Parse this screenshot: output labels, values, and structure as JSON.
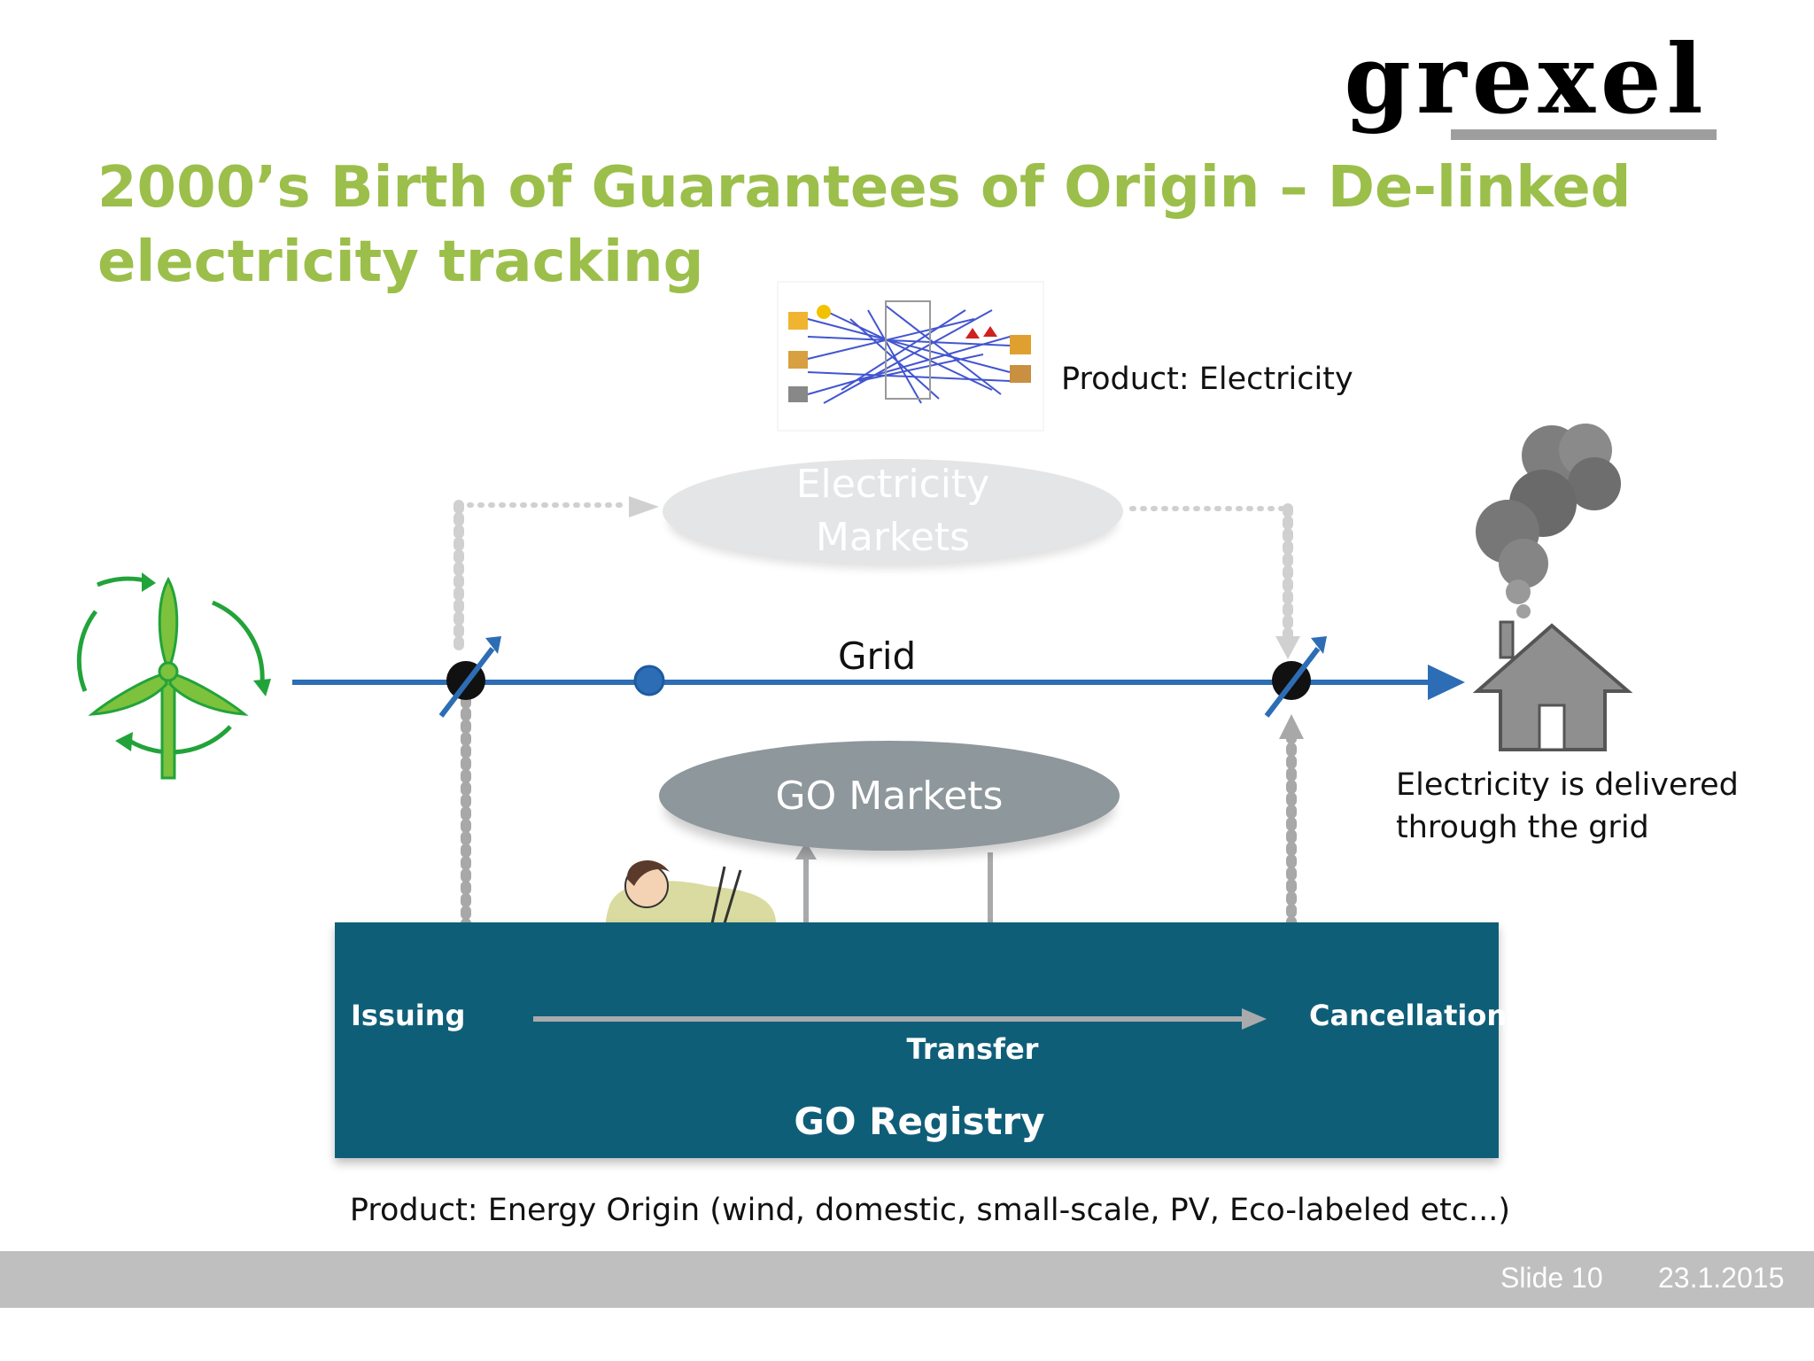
{
  "header": {
    "logo_text": "grexel",
    "title": "2000’s Birth of Guarantees of Origin – De-linked electricity tracking"
  },
  "diagram": {
    "product_electricity": "Product: Electricity",
    "electricity_markets_line1": "Electricity",
    "electricity_markets_line2": "Markets",
    "grid_label": "Grid",
    "delivered_line1": "Electricity is delivered",
    "delivered_line2": "through the grid",
    "go_markets": "GO Markets",
    "registry": {
      "issuing": "Issuing",
      "cancellation": "Cancellation",
      "transfer": "Transfer",
      "title": "GO Registry"
    },
    "product_origin": "Product: Energy Origin (wind, domestic, small-scale, PV, Eco-labeled etc...)"
  },
  "footer": {
    "slide": "Slide 10",
    "date": "23.1.2015"
  },
  "colors": {
    "title_green": "#9bbf4a",
    "grid_blue": "#2d6db5",
    "registry_teal": "#0f5e78",
    "go_markets_grey": "#8e979b",
    "electricity_markets_grey": "#e4e5e6",
    "footer_grey": "#bfbfbf"
  },
  "icons": [
    "wind-turbine-icon",
    "network-map-image",
    "factory-smoke-icon",
    "house-icon",
    "trader-clipart-image"
  ]
}
